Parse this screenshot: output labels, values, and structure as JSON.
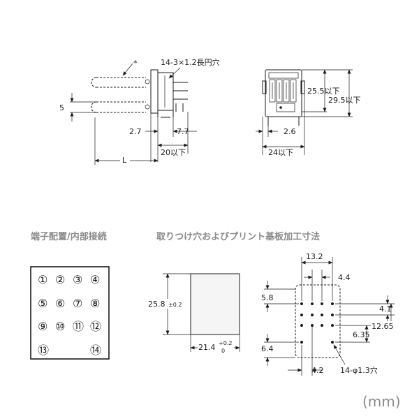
{
  "side_view": {
    "asterisk": "*",
    "hole_spec": "14-3×1.2長円穴",
    "dim_pitch": "5",
    "dim_left": "2.7",
    "dim_right": "7.7",
    "dim_width": "20以下",
    "dim_length": "L"
  },
  "front_view": {
    "dim_inner_height": "25.5以下",
    "dim_total_height": "29.5以下",
    "dim_offset": "2.6",
    "dim_width": "24以下"
  },
  "headers": {
    "terminal_arrangement": "端子配置/内部接続",
    "mounting_holes": "取りつけ穴およびプリント基板加工寸法"
  },
  "terminals": [
    "①",
    "②",
    "③",
    "④",
    "⑤",
    "⑥",
    "⑦",
    "⑧",
    "⑨",
    "⑩",
    "⑪",
    "⑫",
    "⑬",
    "⑭"
  ],
  "panel_cutout": {
    "height_value": "25.8",
    "height_tol": "±0.2",
    "width_value": "21.4",
    "width_tol_upper": "+0.2",
    "width_tol_lower": "0"
  },
  "pcb": {
    "dim_13_2": "13.2",
    "dim_4_4": "4.4",
    "dim_5_8": "5.8",
    "dim_4_1": "4.1",
    "dim_12_65": "12.65",
    "dim_6_35": "6.35",
    "dim_6_4": "6.4",
    "dim_4_2": "4.2",
    "hole_spec": "14-φ1.3穴"
  },
  "unit": "(mm)"
}
